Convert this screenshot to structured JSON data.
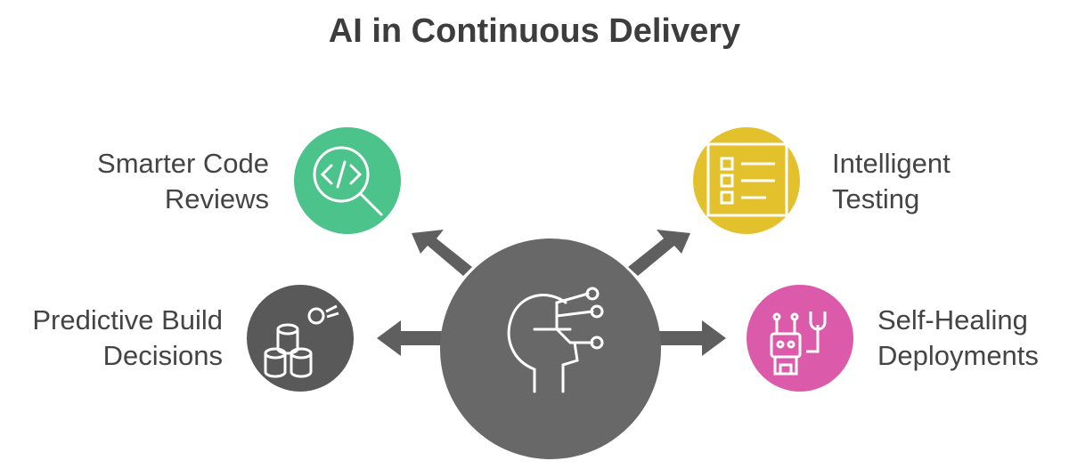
{
  "title": "AI in Continuous Delivery",
  "items": [
    {
      "line1": "Smarter Code",
      "line2": "Reviews",
      "color": "#4cc38a"
    },
    {
      "line1": "Intelligent",
      "line2": "Testing",
      "color": "#e2c12c"
    },
    {
      "line1": "Predictive Build",
      "line2": "Decisions",
      "color": "#595959"
    },
    {
      "line1": "Self-Healing",
      "line2": "Deployments",
      "color": "#db5aaa"
    }
  ],
  "center_color": "#686868"
}
